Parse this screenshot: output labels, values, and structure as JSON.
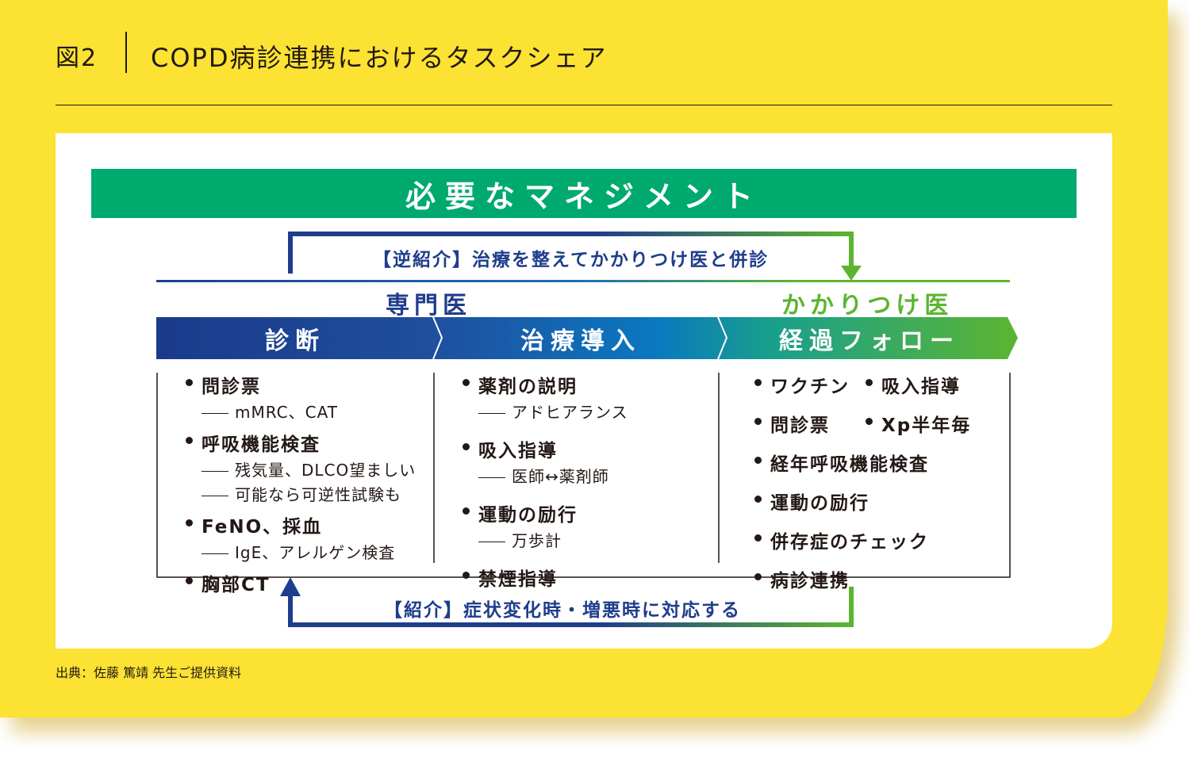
{
  "figure_label": "図2",
  "title": "COPD病診連携におけるタスクシェア",
  "header": "必要なマネジメント",
  "top_arrow": "【逆紹介】治療を整えてかかりつけ医と併診",
  "bottom_arrow": "【紹介】症状変化時・増悪時に対応する",
  "roles": {
    "specialist": "専門医",
    "gp": "かかりつけ医"
  },
  "phases": [
    "診断",
    "治療導入",
    "経過フォロー"
  ],
  "colors": {
    "blue": "#1f3d8c",
    "green": "#5cb531",
    "header": "#00a96e",
    "paper": "#fbe233"
  },
  "columns": [
    [
      {
        "label": "問診票",
        "subs": [
          "mMRC、CAT"
        ]
      },
      {
        "label": "呼吸機能検査",
        "subs": [
          "残気量、DLCO望ましい",
          "可能なら可逆性試験も"
        ]
      },
      {
        "label": "FeNO、採血",
        "subs": [
          "IgE、アレルゲン検査"
        ]
      },
      {
        "label": "胸部CT",
        "subs": []
      }
    ],
    [
      {
        "label": "薬剤の説明",
        "subs": [
          "アドヒアランス"
        ]
      },
      {
        "label": "吸入指導",
        "subs": [
          "医師↔薬剤師"
        ]
      },
      {
        "label": "運動の励行",
        "subs": [
          "万歩計"
        ]
      },
      {
        "label": "禁煙指導",
        "subs": []
      }
    ],
    [
      {
        "label": "ワクチン"
      },
      {
        "label": "吸入指導"
      },
      {
        "label": "問診票"
      },
      {
        "label": "Xp半年毎"
      },
      {
        "label": "経年呼吸機能検査"
      },
      {
        "label": "運動の励行"
      },
      {
        "label": "併存症のチェック"
      },
      {
        "label": "病診連携"
      }
    ]
  ],
  "source": "出典：佐藤 篤靖 先生ご提供資料"
}
